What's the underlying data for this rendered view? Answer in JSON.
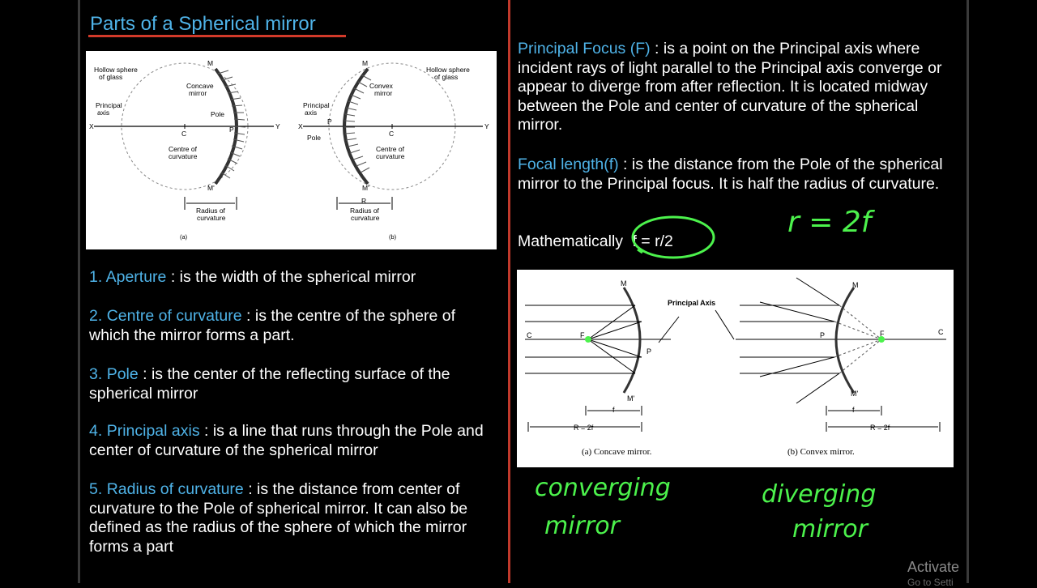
{
  "title": "Parts of a Spherical mirror",
  "fig1": {
    "labels": {
      "hollow_left": [
        "Hollow sphere",
        "of glass"
      ],
      "concave_mirror": [
        "Concave",
        "mirror"
      ],
      "principal_left": [
        "Principal",
        "axis"
      ],
      "pole_left": "Pole",
      "centre_left": [
        "Centre of",
        "curvature"
      ],
      "radius_left": [
        "Radius of",
        "curvature"
      ],
      "panel_a": "(a)",
      "hollow_right": [
        "Hollow sphere",
        "of glass"
      ],
      "convex_mirror": [
        "Convex",
        "mirror"
      ],
      "principal_right": [
        "Principal",
        "axis"
      ],
      "pole_right": "Pole",
      "centre_right": [
        "Centre of",
        "curvature"
      ],
      "radius_right": [
        "Radius of",
        "curvature"
      ],
      "panel_b": "(b)",
      "M": "M",
      "M_prime": "M'",
      "X": "X",
      "Y": "Y",
      "C": "C",
      "P": "P",
      "R": "R"
    }
  },
  "definitions_left": [
    {
      "num": "1. ",
      "term": "Aperture",
      "text": " : is the width of the spherical mirror"
    },
    {
      "num": "2. ",
      "term": "Centre of curvature",
      "text": " : is the centre of the sphere of which the mirror forms a part."
    },
    {
      "num": "3. ",
      "term": "Pole",
      "text": " : is the center of the reflecting surface of the spherical mirror"
    },
    {
      "num": "4. ",
      "term": "Principal axis",
      "text": " : is a line that runs through the Pole and center of curvature of the spherical mirror"
    },
    {
      "num": "5. ",
      "term": "Radius of curvature",
      "text": " : is the distance from center of curvature to the Pole of spherical mirror. It can also be defined as the radius of the sphere of which the mirror forms a part"
    }
  ],
  "definitions_right": [
    {
      "term": "Principal Focus (F)",
      "text": " : is a point on the Principal axis where incident rays of light parallel to the Principal axis converge or appear to diverge from after reflection. It is located midway between the Pole and center of curvature of the spherical mirror."
    },
    {
      "term": "Focal length(f)",
      "text": " : is the distance from the Pole of the spherical mirror to the Principal focus. It is half the radius of curvature."
    }
  ],
  "formula": {
    "prefix": "Mathematically",
    "expr": "f = r/2"
  },
  "fig2": {
    "labels": {
      "principal_axis": "Principal Axis",
      "caption_a": "(a) Concave mirror.",
      "caption_b": "(b) Convex mirror.",
      "f": "f",
      "R2f": "R = 2f",
      "C": "C",
      "F": "F",
      "P": "P",
      "M": "M",
      "M_prime": "M'"
    }
  },
  "handwriting": {
    "equation": "r = 2f",
    "converging": [
      "converging",
      "mirror"
    ],
    "diverging": [
      "diverging",
      "mirror"
    ],
    "color": "#4cf24c"
  },
  "watermark": {
    "line1": "Activate",
    "line2": "Go to Setti"
  },
  "colors": {
    "accent": "#4fb3e8",
    "divider": "#c0392b",
    "title_underline": "#d23a2a"
  }
}
